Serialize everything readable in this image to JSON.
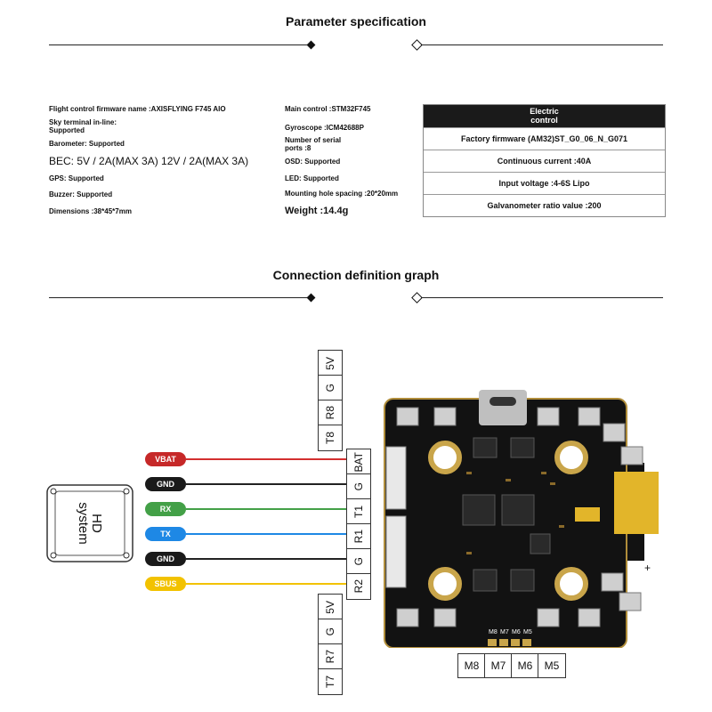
{
  "param_section": {
    "title": "Parameter specification",
    "left_specs": [
      "Flight control firmware name :AXISFLYING F745 AIO",
      "Sky terminal in-line:\nSupported",
      "Barometer: Supported",
      "BEC:  5V / 2A(MAX 3A)  12V / 2A(MAX 3A)",
      "GPS: Supported",
      "Buzzer: Supported",
      "Dimensions :38*45*7mm"
    ],
    "mid_specs": [
      "Main control :STM32F745",
      "Gyroscope :ICM42688P",
      "Number of serial\nports :8",
      "OSD: Supported",
      "LED: Supported",
      "Mounting hole spacing :20*20mm",
      "Weight :14.4g"
    ],
    "electric_control": {
      "header": "Electric\ncontrol",
      "rows": [
        "Factory firmware (AM32)ST_G0_06_N_G071",
        "Continuous current :40A",
        "Input voltage :4-6S Lipo",
        "Galvanometer ratio value :200"
      ]
    }
  },
  "connection_section": {
    "title": "Connection definition graph",
    "hd_system_label": "HD\nsystem",
    "wires": [
      {
        "label": "VBAT",
        "color": "#d32f2f",
        "pill": "#c62828",
        "pin": "BAT"
      },
      {
        "label": "GND",
        "color": "#222222",
        "pill": "#1a1a1a",
        "pin": "G"
      },
      {
        "label": "RX",
        "color": "#43a047",
        "pill": "#43a047",
        "pin": "T1"
      },
      {
        "label": "TX",
        "color": "#1e88e5",
        "pill": "#1e88e5",
        "pin": "R1"
      },
      {
        "label": "GND",
        "color": "#222222",
        "pill": "#1a1a1a",
        "pin": "G"
      },
      {
        "label": "SBUS",
        "color": "#f2c200",
        "pill": "#f2c200",
        "pin": "R2"
      }
    ],
    "top_pins": [
      "5V",
      "G",
      "R8",
      "T8"
    ],
    "bottom_pins": [
      "5V",
      "G",
      "R7",
      "T7"
    ],
    "motor_pins": [
      "M8",
      "M7",
      "M6",
      "M5"
    ],
    "board_motor_silk": [
      "M8",
      "M7",
      "M6",
      "M5"
    ]
  }
}
